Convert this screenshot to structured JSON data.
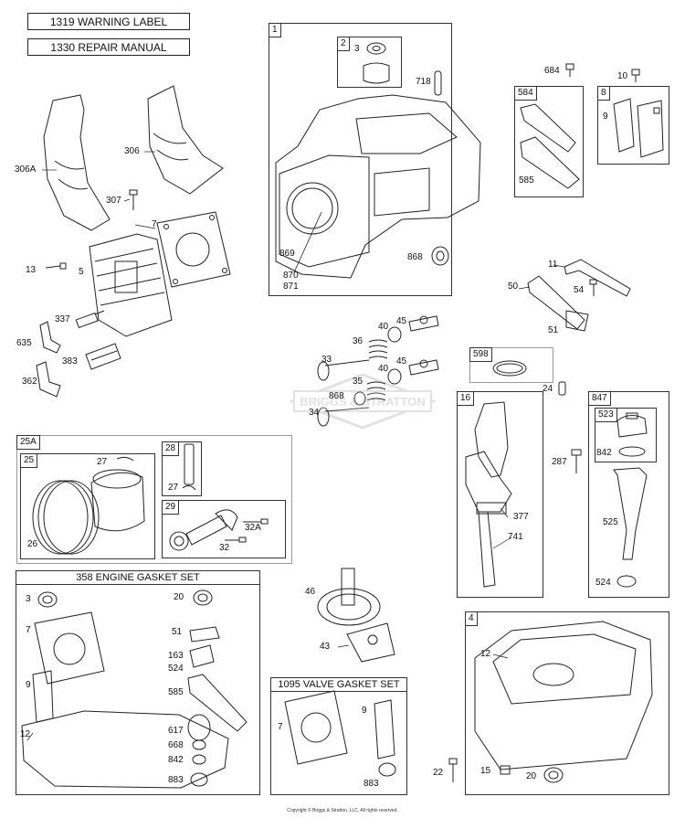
{
  "kits": {
    "warning_label": "1319 WARNING LABEL",
    "repair_manual": "1330 REPAIR MANUAL",
    "engine_gasket_set": "358 ENGINE GASKET SET",
    "valve_gasket_set": "1095 VALVE GASKET SET"
  },
  "groups": {
    "g1": "1",
    "g2": "2",
    "g584": "584",
    "g8": "8",
    "g598": "598",
    "g16": "16",
    "g847": "847",
    "g523": "523",
    "g25A": "25A",
    "g25": "25",
    "g28": "28",
    "g29": "29",
    "g4": "4"
  },
  "labels": {
    "l306A": "306A",
    "l306": "306",
    "l307": "307",
    "l7a": "7",
    "l13": "13",
    "l5": "5",
    "l337": "337",
    "l635": "635",
    "l383": "383",
    "l362": "362",
    "l3a": "3",
    "l718": "718",
    "l869": "869",
    "l870": "870",
    "l871": "871",
    "l868a": "868",
    "l684": "684",
    "l10": "10",
    "l9a": "9",
    "l585a": "585",
    "l11": "11",
    "l50": "50",
    "l54": "54",
    "l51a": "51",
    "l45a": "45",
    "l40a": "40",
    "l36": "36",
    "l33": "33",
    "l45b": "45",
    "l40b": "40",
    "l35": "35",
    "l868b": "868",
    "l34": "34",
    "l24": "24",
    "l287": "287",
    "l842a": "842",
    "l525": "525",
    "l524a": "524",
    "l377": "377",
    "l741": "741",
    "l27a": "27",
    "l26": "26",
    "l27b": "27",
    "l32A": "32A",
    "l32": "32",
    "l46": "46",
    "l43": "43",
    "l3b": "3",
    "l20a": "20",
    "l7b": "7",
    "l51b": "51",
    "l163": "163",
    "l524b": "524",
    "l9b": "9",
    "l585b": "585",
    "l12a": "12",
    "l617": "617",
    "l668": "668",
    "l842b": "842",
    "l883a": "883",
    "l7c": "7",
    "l9c": "9",
    "l883b": "883",
    "l12b": "12",
    "l22": "22",
    "l15": "15",
    "l20b": "20"
  },
  "watermark": "BRIGGS & STRATTON",
  "copyright": "Copyright © Briggs & Stratton, LLC. All rights reserved."
}
